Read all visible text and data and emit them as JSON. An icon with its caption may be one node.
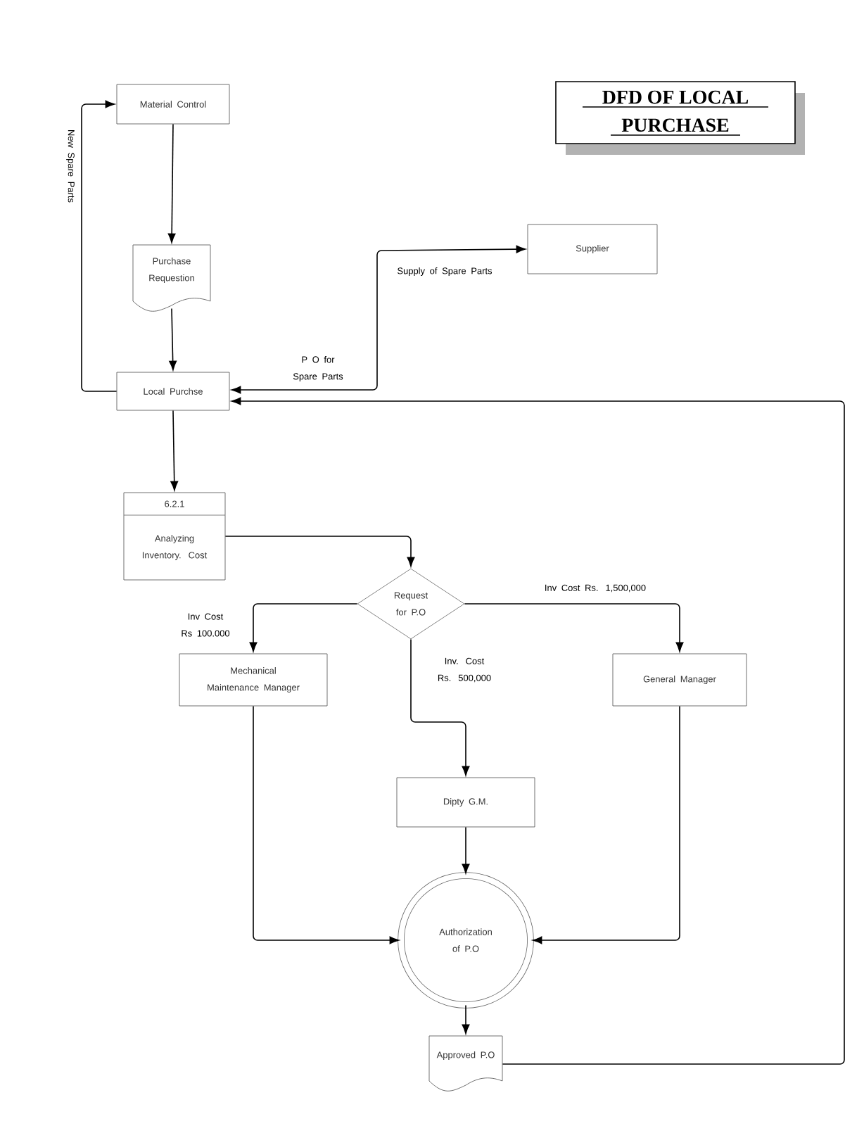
{
  "diagram": {
    "title": "DFD OF LOCAL PURCHASE",
    "nodes": [
      {
        "text": [
          "Material Control"
        ]
      },
      {
        "text": [
          "Purchase Requestion"
        ]
      },
      {
        "text": [
          "Local Purchse"
        ]
      },
      {
        "text": [
          "Supplier"
        ]
      },
      {
        "text": [
          "6.2.1",
          "Analyzing Inventory. Cost"
        ]
      },
      {
        "text": [
          "Request for P.O"
        ]
      },
      {
        "text": [
          "Mechanical Maintenance Manager"
        ]
      },
      {
        "text": [
          "General Manager"
        ]
      },
      {
        "text": [
          "Dipty G.M."
        ]
      },
      {
        "text": [
          "Authorization of P.O"
        ]
      },
      {
        "text": [
          "Approved P.O"
        ]
      }
    ],
    "edges": [
      {
        "from": 0,
        "to": 1,
        "arrow": "to"
      },
      {
        "from": 1,
        "to": 2,
        "arrow": "to"
      },
      {
        "from": 2,
        "to": 0,
        "arrow": "to",
        "label": "New Spare Parts"
      },
      {
        "from": 2,
        "to": 3,
        "arrow": "both",
        "label": "P O for Spare Parts"
      },
      {
        "from": 10,
        "to": 2,
        "arrow": "to"
      },
      {
        "from": 2,
        "to": 4,
        "arrow": "to"
      },
      {
        "from": 4,
        "to": 5,
        "arrow": "to"
      },
      {
        "from": 5,
        "to": 6,
        "arrow": "to",
        "label": "Inv Cost Rs 100.000"
      },
      {
        "from": 5,
        "to": 8,
        "arrow": "to",
        "label": "Inv. Cost Rs. 500,000"
      },
      {
        "from": 5,
        "to": 7,
        "arrow": "to",
        "label": "Inv  Cost  Rs. 1,500,000"
      },
      {
        "from": 6,
        "to": 9,
        "arrow": "to"
      },
      {
        "from": 8,
        "to": 9,
        "arrow": "to"
      },
      {
        "from": 7,
        "to": 9,
        "arrow": "to"
      },
      {
        "from": 9,
        "to": 10,
        "arrow": "to"
      }
    ],
    "labels": [
      "Supply of Spare Parts"
    ]
  }
}
